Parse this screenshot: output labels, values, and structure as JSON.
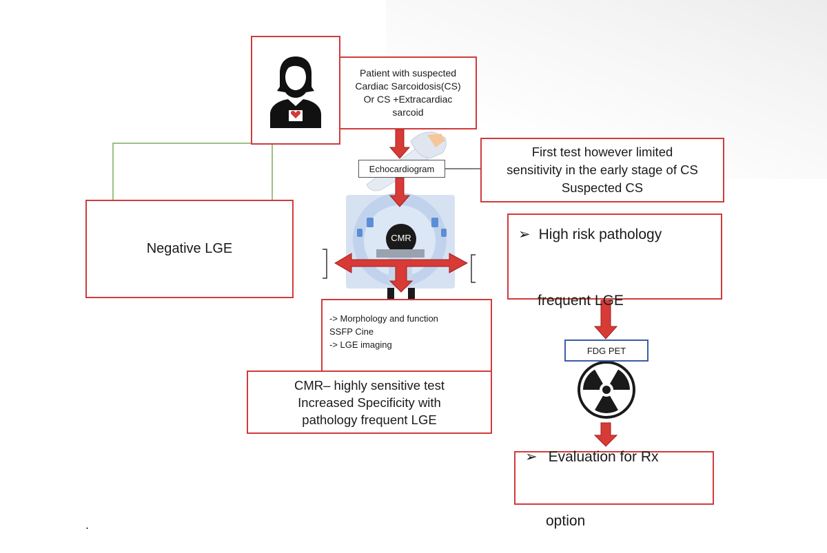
{
  "nodes": {
    "patient": "Patient with suspected\nCardiac Sarcoidosis(CS)\nOr CS +Extracardiac\nsarcoid",
    "echo_label": "Echocardiogram",
    "echo_note": "First test however limited\nsensitivity in the early stage of CS\nSuspected CS",
    "cmr_label": "CMR",
    "negative": "Negative LGE",
    "high_risk_line1": "High risk pathology",
    "high_risk_line2": "frequent LGE",
    "protocol": "-> Morphology and function\nSSFP Cine\n-> LGE imaging",
    "cmr_summary": "CMR– highly sensitive test\nIncreased Specificity  with\npathology frequent LGE",
    "fdg": "FDG PET",
    "eval_line1": "Evaluation for Rx",
    "eval_line2": "option",
    "bullet": "➢",
    "footnote": "."
  },
  "icons": [
    "patient-icon",
    "echo-probe-icon",
    "mri-scanner-icon",
    "radiation-icon"
  ],
  "colors": {
    "box_border": "#d03a3a",
    "arrow_fill": "#d83a36",
    "arrow_stroke": "#a02020",
    "fdg_border": "#3c5aa8",
    "connector": "#7bab5c"
  }
}
